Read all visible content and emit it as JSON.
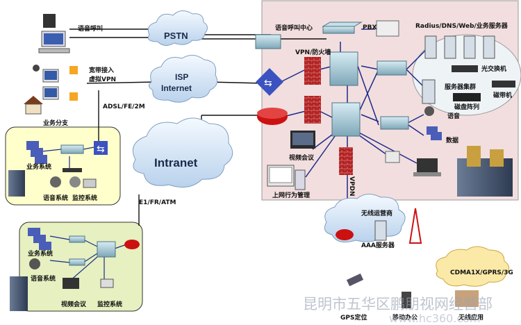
{
  "clouds": {
    "pstn": "PSTN",
    "isp_line1": "ISP",
    "isp_line2": "Internet",
    "intranet": "Intranet",
    "wireless_operator": "无线运营商",
    "cdma": "CDMA1X/GPRS/3G"
  },
  "labels": {
    "voice_call": "语音呼叫",
    "broadband_line1": "宽带接入",
    "broadband_line2": "虚拟VPN",
    "branch": "业务分支",
    "adsl": "ADSL/FE/2M",
    "e1": "E1/FR/ATM",
    "voice_center": "语音呼叫中心",
    "pbx": "PBX",
    "servers_title": "Radius/DNS/Web/业务服务器",
    "vpn_firewall": "VPN/防火墙",
    "optical_switch": "光交换机",
    "server_cluster": "服务器集群",
    "tape": "磁带机",
    "disk_array": "磁盘阵列",
    "voice": "语音",
    "data": "数据",
    "video_conf": "视频会议",
    "internet_mgmt": "上网行为管理",
    "vpdn": "VPDN",
    "aaa_server": "AAA服务器",
    "gps": "GPS定位",
    "mobile_office": "移动办公",
    "wireless_app": "无线应用"
  },
  "branch1": {
    "business_system": "业务系统",
    "voice_system": "语音系统",
    "monitor_system": "监控系统"
  },
  "branch2": {
    "business_system": "业务系统",
    "voice_system": "语音系统",
    "video_conf": "视频会议",
    "monitor_system": "监控系统"
  },
  "watermark": {
    "line1": "昆明市五华区鹏朋视网经营部",
    "line2": "www.hc360.com"
  },
  "colors": {
    "hq_background": "#f2dede",
    "branch_background": "#ffffcc",
    "cloud": "#dbe9f7",
    "router": "#cc1111",
    "firewall": "#b22222",
    "switch": "#8fb8c8",
    "link": "#1a2a88"
  }
}
